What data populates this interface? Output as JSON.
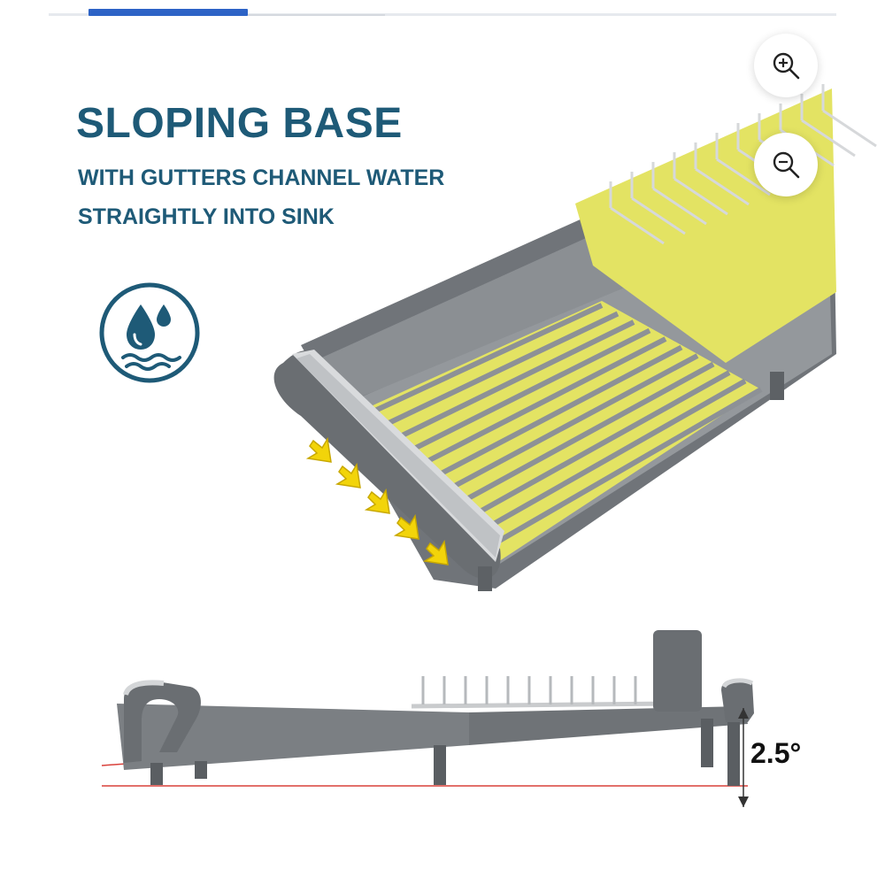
{
  "header": {
    "progress": 0.2
  },
  "controls": {
    "zoom_in": "zoom-in-icon",
    "zoom_out": "zoom-out-icon"
  },
  "content": {
    "headline": "SLOPING BASE",
    "subline_1": "WITH GUTTERS CHANNEL WATER",
    "subline_2": "STRAIGHTLY INTO SINK",
    "feature_icon": "water-drain-icon",
    "angle_label": "2.5°"
  },
  "colors": {
    "headline": "#1e5a77",
    "accent_progress": "#2d63c6",
    "rack_gray": "#6e7275",
    "mat_yellow": "#e3e363",
    "arrow_yellow": "#f2d40a",
    "angle_line": "#d9403a"
  }
}
